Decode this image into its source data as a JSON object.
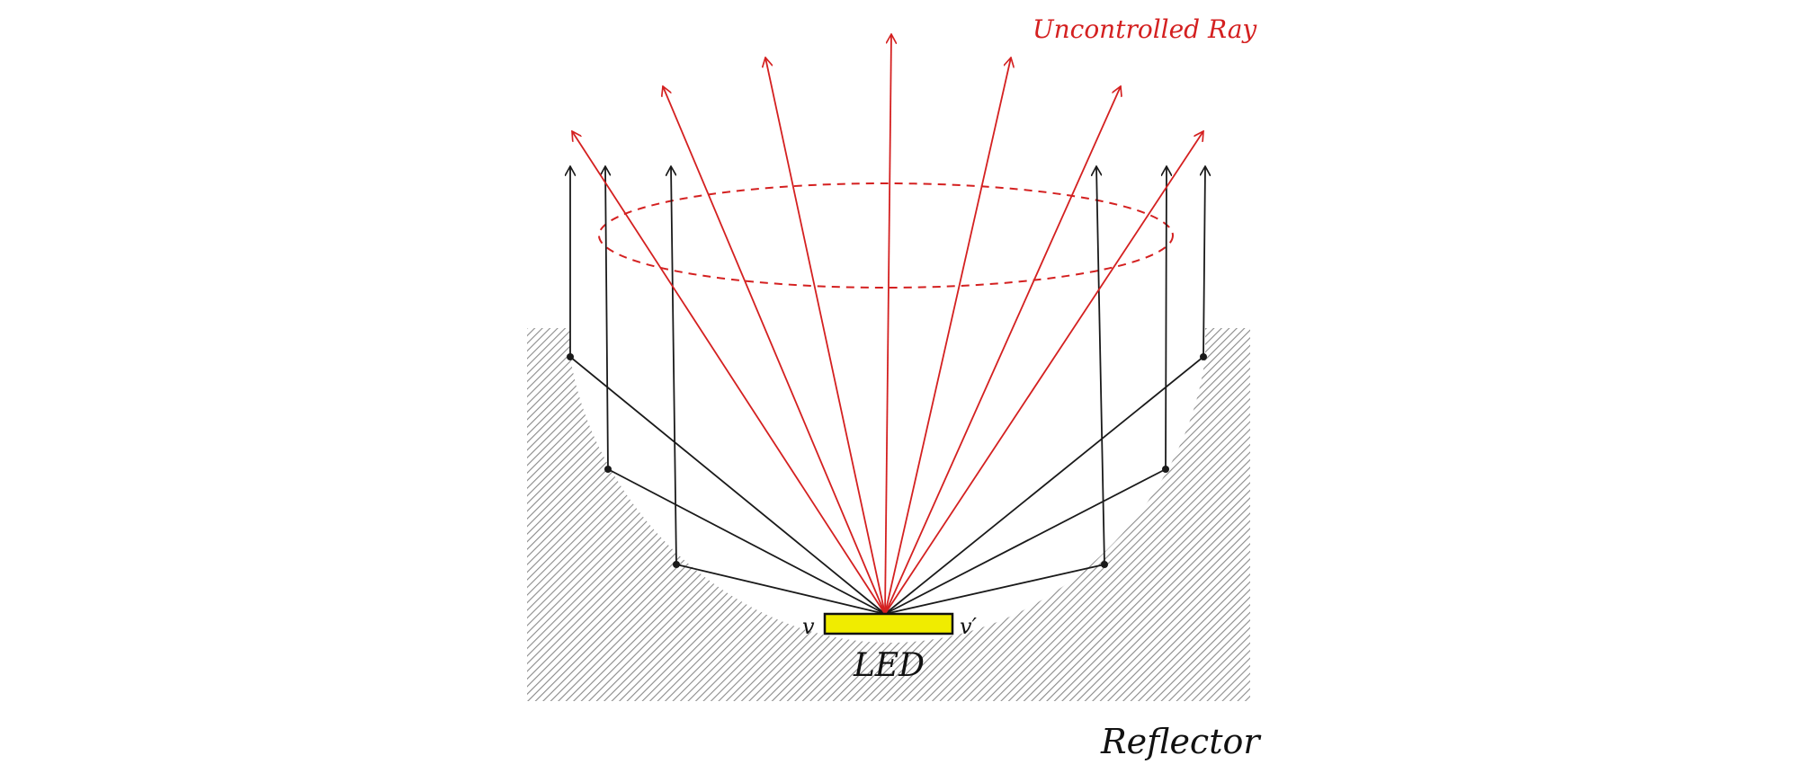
{
  "labels": {
    "uncontrolled_ray": "Uncontrolled Ray",
    "led": "LED",
    "vertex_left": "v",
    "vertex_right": "v′",
    "reflector": "Reflector"
  },
  "colors": {
    "ray_red": "#d42020",
    "reflected_black": "#1a1a1a",
    "led_fill": "#f0ec00",
    "hatch": "#8a8a8a"
  }
}
